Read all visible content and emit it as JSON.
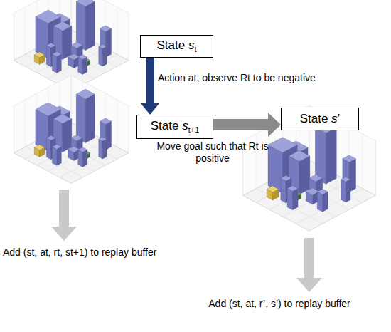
{
  "diagram": {
    "nodes": [
      {
        "text": [
          "State st"
        ]
      },
      {
        "text": [
          "State st+1"
        ]
      },
      {
        "text": [
          "State s’"
        ]
      }
    ],
    "edges": [
      {
        "from": 0,
        "to": 1,
        "arrow": "to",
        "label": "Action at, observe Rt to be negative"
      },
      {
        "from": 1,
        "to": 2,
        "arrow": "to",
        "label": "Move goal such that Rt is positive"
      }
    ],
    "labels": [
      "Add (st, at, rt, st+1) to replay buffer",
      "Add (st, at, r’, s’) to replay buffer"
    ]
  }
}
